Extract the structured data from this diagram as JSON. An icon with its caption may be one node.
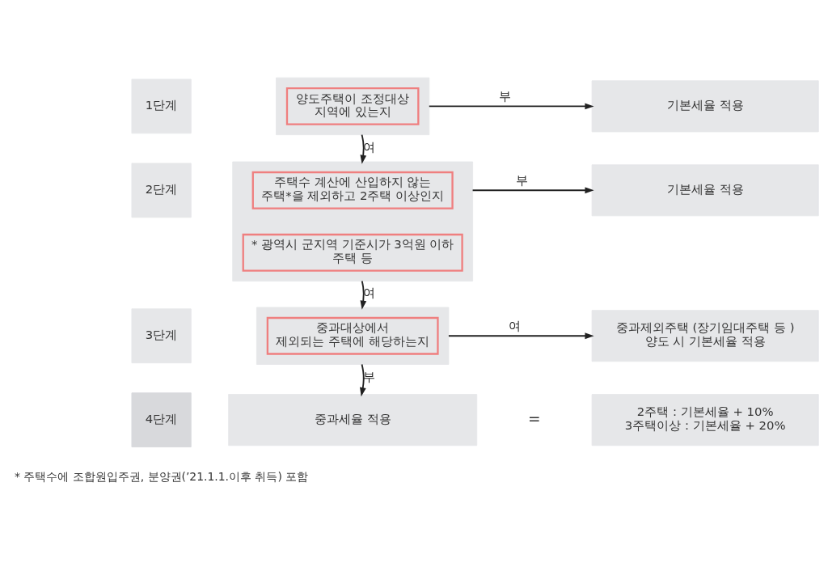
{
  "diagram": {
    "nodes": [
      {
        "text": [
          "1단계"
        ]
      },
      {
        "text": [],
        "shape": "box"
      },
      {
        "text": [
          "양도주택이 조정대상 지역에 있는지"
        ],
        "in": 1
      },
      {
        "text": [
          "기본세율 적용"
        ]
      },
      {
        "text": [
          "2단계"
        ]
      },
      {
        "text": [],
        "shape": "box"
      },
      {
        "text": [
          "주택수 계산에 산입하지 않는 주택*을 제외하고 2주택 이상인지"
        ],
        "in": 5
      },
      {
        "text": [
          "* 광역시 군지역 기준시가 3억원 이하 주택 등"
        ],
        "in": 5
      },
      {
        "text": [
          "기본세율 적용"
        ]
      },
      {
        "text": [
          "3단계"
        ]
      },
      {
        "text": [],
        "shape": "box"
      },
      {
        "text": [
          "중과대상에서 제외되는 주택에 해당하는지"
        ],
        "in": 10
      },
      {
        "text": [
          "중과제외주택 (장기임대주택 등 ) 양도 시 기본세율 적용"
        ]
      },
      {
        "text": [
          "4단계"
        ]
      },
      {
        "text": [
          "중과세율 적용"
        ]
      },
      {
        "text": [
          "2주택 : 기본세율 + 10% 3주택이상 : 기본세율 + 20%"
        ]
      }
    ],
    "edges": [
      {
        "from": 1,
        "to": 3,
        "arrow": "to",
        "label": "부"
      },
      {
        "from": 1,
        "to": 5,
        "arrow": "to",
        "label": "여"
      },
      {
        "from": 5,
        "to": 8,
        "arrow": "to",
        "label": "부"
      },
      {
        "from": 5,
        "to": 10,
        "arrow": "to",
        "label": "여"
      },
      {
        "from": 10,
        "to": 12,
        "arrow": "to",
        "label": "여"
      },
      {
        "from": 10,
        "to": 14,
        "arrow": "to",
        "label": "부"
      }
    ],
    "labels": [
      "=",
      "* 주택수에 조합원입주권, 분양권(’21.1.1.이후 취득) 포함"
    ]
  }
}
